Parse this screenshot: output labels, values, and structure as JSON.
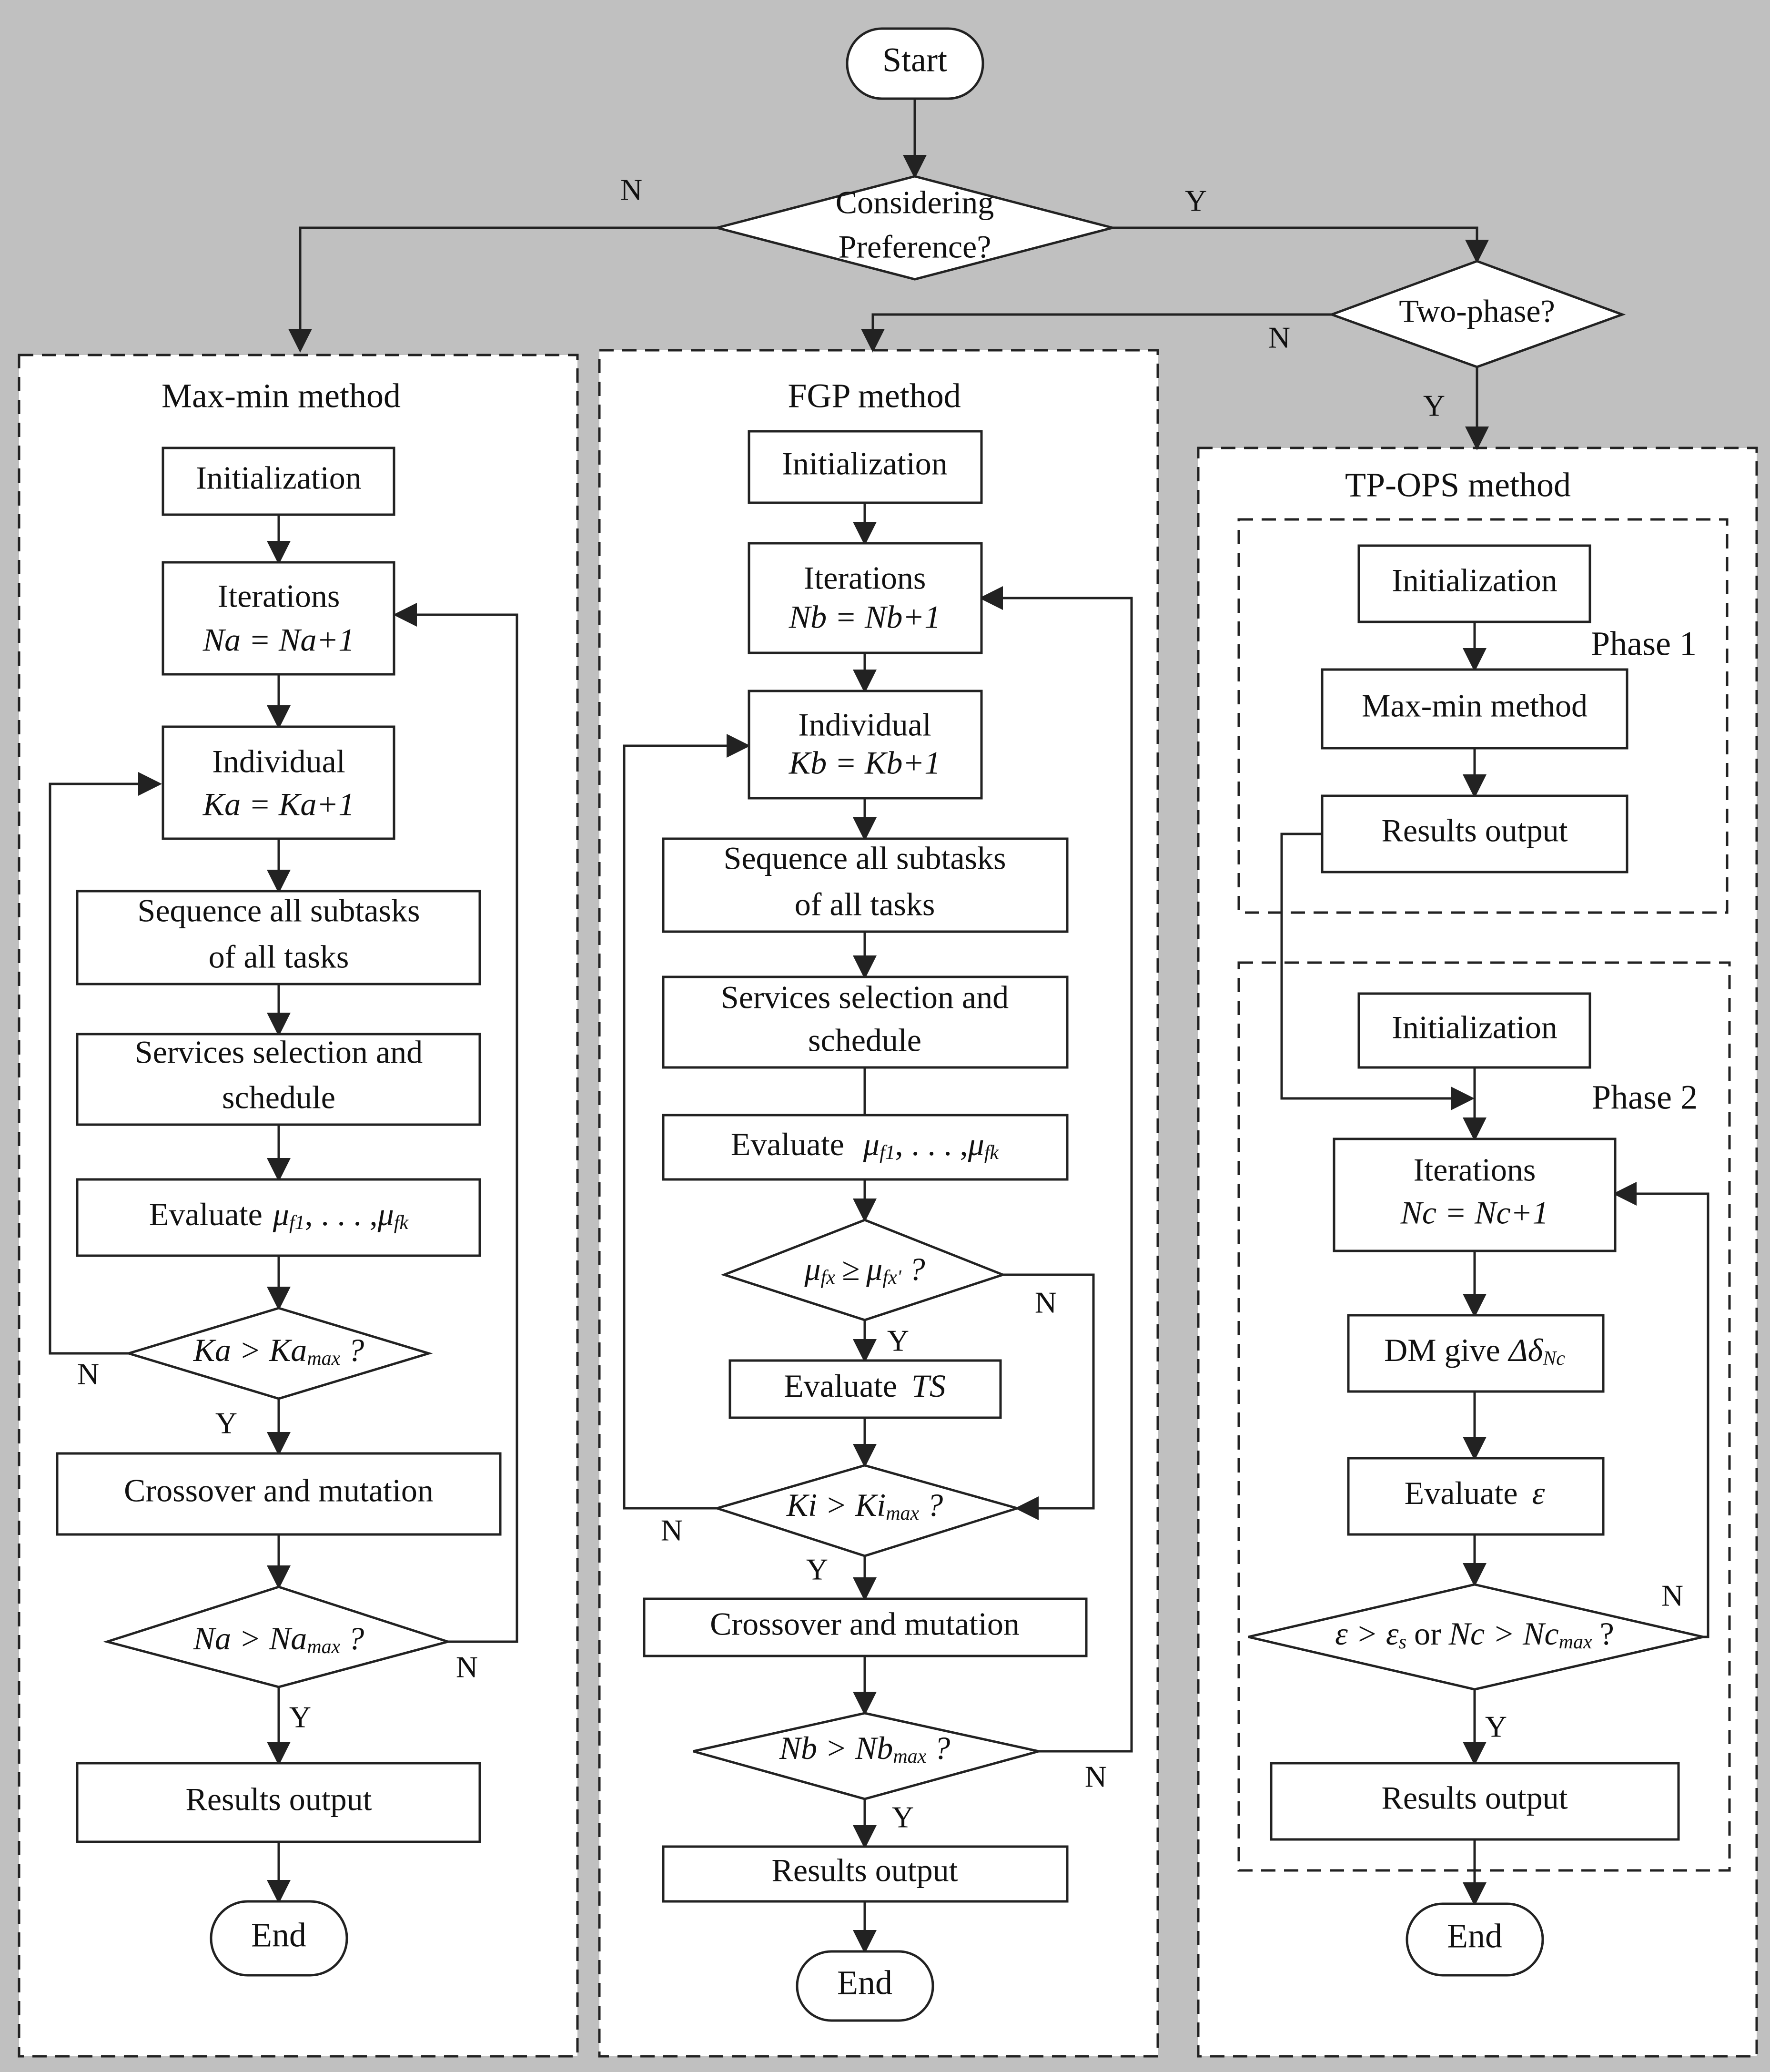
{
  "start": "Start",
  "decision_pref": {
    "line1": "Considering",
    "line2": "Preference?"
  },
  "decision_twophase": "Two-phase?",
  "edge_labels": {
    "yes": "Y",
    "no": "N"
  },
  "maxmin": {
    "title": "Max-min method",
    "init": "Initialization",
    "iter": {
      "line1": "Iterations",
      "line2": "Na = Na+1"
    },
    "indiv": {
      "line1": "Individual",
      "line2": "Ka = Ka+1"
    },
    "sequence": {
      "line1": "Sequence all subtasks",
      "line2": "of all tasks"
    },
    "services": {
      "line1": "Services selection and",
      "line2": "schedule"
    },
    "evaluate": {
      "word": "Evaluate",
      "mu1": "μ",
      "sub1": "f1",
      "dots": ", . . . ,",
      "mu2": "μ",
      "sub2": "fk"
    },
    "decision_ka": {
      "lhs": "Ka > Ka",
      "sub": "max",
      "q": "?"
    },
    "crossover": "Crossover and mutation",
    "decision_na": {
      "lhs": "Na > Na",
      "sub": "max",
      "q": "?"
    },
    "results": "Results output",
    "end": "End"
  },
  "fgp": {
    "title": "FGP method",
    "init": "Initialization",
    "iter": {
      "line1": "Iterations",
      "line2": "Nb = Nb+1"
    },
    "indiv": {
      "line1": "Individual",
      "line2": "Kb = Kb+1"
    },
    "sequence": {
      "line1": "Sequence all subtasks",
      "line2": "of all tasks"
    },
    "services": {
      "line1": "Services selection and",
      "line2": "schedule"
    },
    "evaluate": {
      "word": "Evaluate",
      "mu1": "μ",
      "sub1": "f1",
      "dots": ", . . . ,",
      "mu2": "μ",
      "sub2": "fk"
    },
    "decision_mu": {
      "mu1": "μ",
      "sub1": "fx",
      "op": "≥",
      "mu2": "μ",
      "sub2": "fx'",
      "q": "?"
    },
    "evaluate_ts": {
      "word": "Evaluate",
      "var": "TS"
    },
    "decision_ki": {
      "lhs": "Ki > Ki",
      "sub": "max",
      "q": "?"
    },
    "crossover": "Crossover and mutation",
    "decision_nb": {
      "lhs": "Nb > Nb",
      "sub": "max",
      "q": "?"
    },
    "results": "Results output",
    "end": "End"
  },
  "tpops": {
    "title": "TP-OPS method",
    "phase1_label": "Phase 1",
    "phase2_label": "Phase 2",
    "p1_init": "Initialization",
    "p1_maxmin": "Max-min method",
    "p1_results": "Results output",
    "p2_init": "Initialization",
    "iter": {
      "line1": "Iterations",
      "line2": "Nc = Nc+1"
    },
    "dm_give": {
      "word": "DM give",
      "delta": "Δδ",
      "sub": "Nc"
    },
    "evaluate_eps": {
      "word": "Evaluate",
      "var": "ε"
    },
    "decision_eps": {
      "e1": "ε > ε",
      "sub1": "s",
      "mid": "or",
      "e2": "Nc > Nc",
      "sub2": "max",
      "q": "?"
    },
    "results": "Results output",
    "end": "End"
  }
}
